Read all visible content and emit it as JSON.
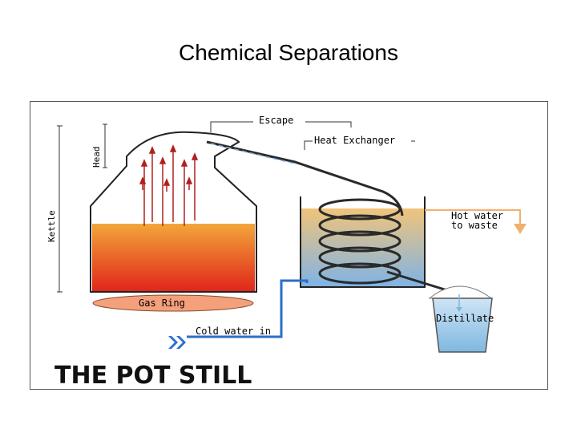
{
  "slide": {
    "title": "Chemical Separations"
  },
  "diagram": {
    "heading": "THE POT STILL",
    "labels": {
      "escape": "Escape",
      "heat_exchanger": "Heat Exchanger",
      "head": "Head",
      "kettle": "Kettle",
      "hot_water_line1": "Hot water",
      "hot_water_line2": "to waste",
      "gas_ring": "Gas Ring",
      "cold_water_in": "Cold water in",
      "distillate": "Distillate"
    },
    "colors": {
      "liquid_top": "#f2a63a",
      "liquid_bottom": "#e0261a",
      "coolant_top": "#f0c47a",
      "coolant_bottom": "#7fb3e6",
      "coil": "#2a2a2a",
      "cold_water_pipe": "#2a6fc9",
      "hot_water_pipe": "#f0b070",
      "gas_ring": "#f4a07a",
      "vapour_arrows": "#b02020"
    }
  }
}
